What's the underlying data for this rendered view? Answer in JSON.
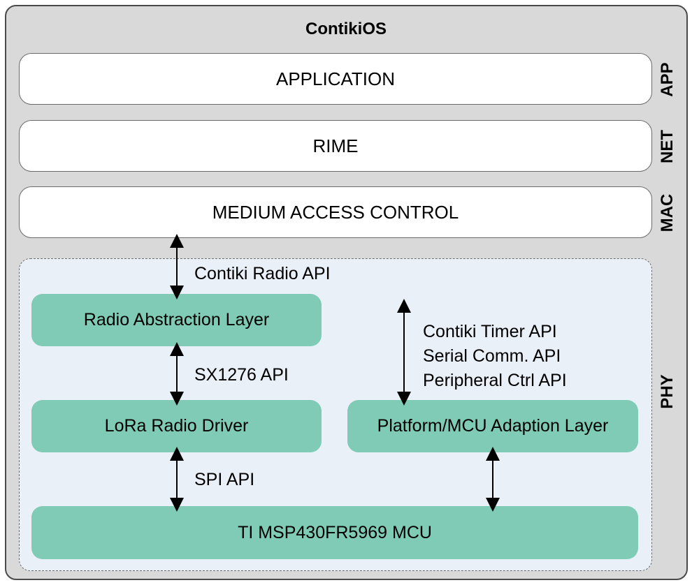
{
  "title": "ContikiOS",
  "layers": {
    "app": {
      "label": "APPLICATION",
      "side": "APP"
    },
    "net": {
      "label": "RIME",
      "side": "NET"
    },
    "mac": {
      "label": "MEDIUM ACCESS CONTROL",
      "side": "MAC"
    }
  },
  "phy": {
    "side": "PHY",
    "radio_abstraction": "Radio Abstraction Layer",
    "lora_driver": "LoRa Radio Driver",
    "platform_layer": "Platform/MCU Adaption Layer",
    "mcu": "TI MSP430FR5969 MCU",
    "contiki_radio_api": "Contiki Radio API",
    "sx1276_api": "SX1276 API",
    "spi_api": "SPI API",
    "platform_apis": [
      "Contiki Timer  API",
      "Serial Comm.  API",
      "Peripheral Ctrl API"
    ]
  },
  "colors": {
    "box_fill": "#80cbb5",
    "phy_fill": "#eaf0f8",
    "outer_fill": "#d9d9d9"
  }
}
